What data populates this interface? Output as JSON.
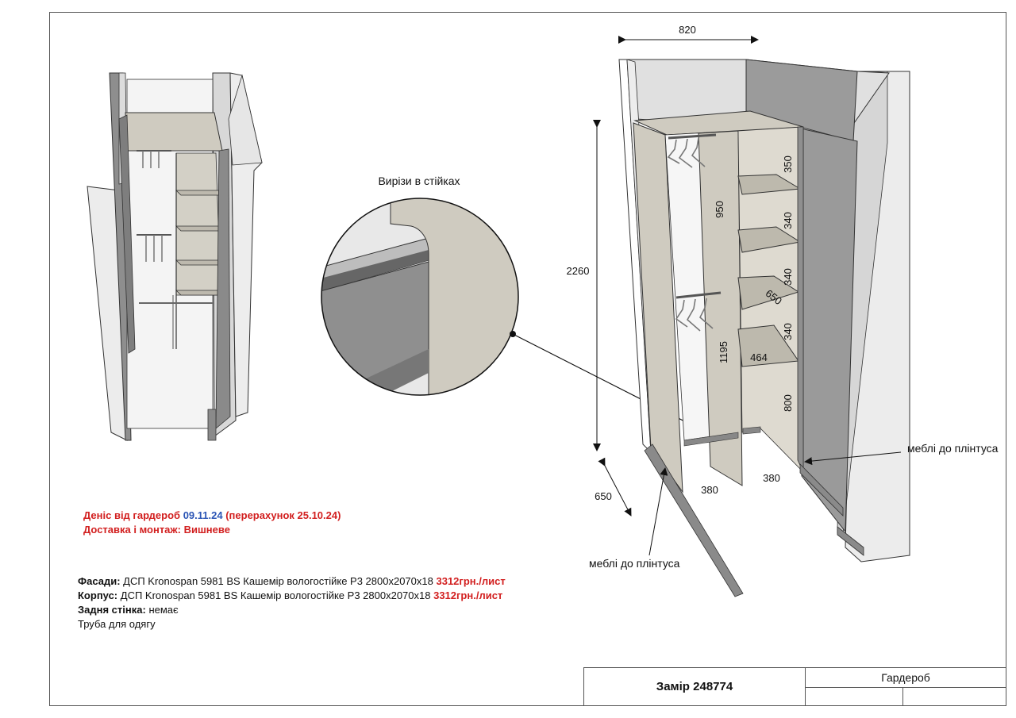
{
  "callout_title": "Вирізи в стійках",
  "dimensions": {
    "width_top": "820",
    "height_total": "2260",
    "depth": "650",
    "left_section_height": "950",
    "lower_section_height": "1195",
    "shelf_1": "350",
    "shelf_2": "340",
    "shelf_3": "340",
    "shelf_4": "340",
    "bottom_section": "800",
    "shelf_depth": "650",
    "shelf_width": "464",
    "bottom_left": "380",
    "bottom_right": "380"
  },
  "labels": {
    "furniture_to_plinth_right": "меблі до плінтуса",
    "furniture_to_plinth_left": "меблі до плінтуса"
  },
  "header": {
    "customer_prefix": "Деніс від гардероб",
    "date": "09.11.24",
    "recalc": "(перерахунок 25.10.24)",
    "delivery": "Доставка і монтаж: Вишневе"
  },
  "specs": {
    "facades_label": "Фасади:",
    "facades_text": "ДСП Kronospan 5981 BS Кашемір вологостійке Р3 2800х2070х18",
    "facades_price": "3312грн./лист",
    "body_label": "Корпус:",
    "body_text": "ДСП Kronospan 5981 BS Кашемір вологостійке Р3 2800х2070х18",
    "body_price": "3312грн./лист",
    "back_label": "Задня стінка:",
    "back_text": "немає",
    "rod": "Труба для одягу"
  },
  "title_block": {
    "measure": "Замір 248774",
    "name": "Гардероб"
  },
  "colors": {
    "panel": "#cfcbc0",
    "wall": "#9a9a9a",
    "wall_light": "#ededed",
    "price_red": "#d21f1f",
    "date_blue": "#2b55b5"
  }
}
